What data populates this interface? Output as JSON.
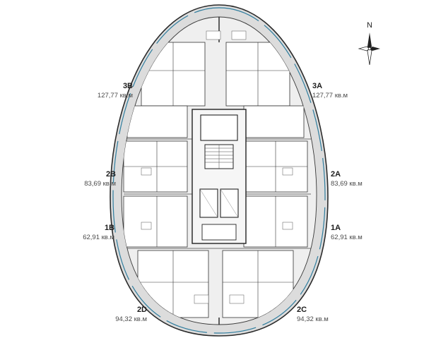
{
  "compass": {
    "north_label": "N"
  },
  "units": [
    {
      "id": "3B",
      "code": "3B",
      "area": "127,77 кв.м"
    },
    {
      "id": "3A",
      "code": "3A",
      "area": "127,77 кв.м"
    },
    {
      "id": "2B",
      "code": "2B",
      "area": "83,69 кв.м"
    },
    {
      "id": "2A",
      "code": "2A",
      "area": "83,69 кв.м"
    },
    {
      "id": "1B",
      "code": "1B",
      "area": "62,91 кв.м"
    },
    {
      "id": "1A",
      "code": "1A",
      "area": "62,91 кв.м"
    },
    {
      "id": "2D",
      "code": "2D",
      "area": "94,32 кв.м"
    },
    {
      "id": "2C",
      "code": "2C",
      "area": "94,32 кв.м"
    }
  ],
  "colors": {
    "outer_fill": "#dcdcdc",
    "wall": "#2b2b2b",
    "glass": "#2f7d9e",
    "room_fill": "#ffffff",
    "core_fill": "#efefef"
  }
}
